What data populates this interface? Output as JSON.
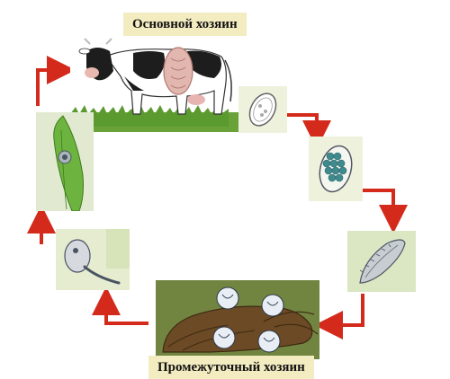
{
  "labels": {
    "main_host": "Основной хозяин",
    "intermediate_host": "Промежуточный хозяин"
  },
  "colors": {
    "arrow": "#d42a1c",
    "label_bg": "#f3ecc0",
    "panel_green": "#d8e4b8",
    "grass": "#6aa23a"
  },
  "stages": [
    {
      "name": "adult-fluke"
    },
    {
      "name": "egg"
    },
    {
      "name": "miracidium-egg"
    },
    {
      "name": "miracidium"
    },
    {
      "name": "snail-with-sporocysts"
    },
    {
      "name": "cercaria"
    },
    {
      "name": "adolescaria-on-grass"
    }
  ],
  "icons": [
    "cow-icon",
    "snail-icon",
    "arrow-icon"
  ]
}
